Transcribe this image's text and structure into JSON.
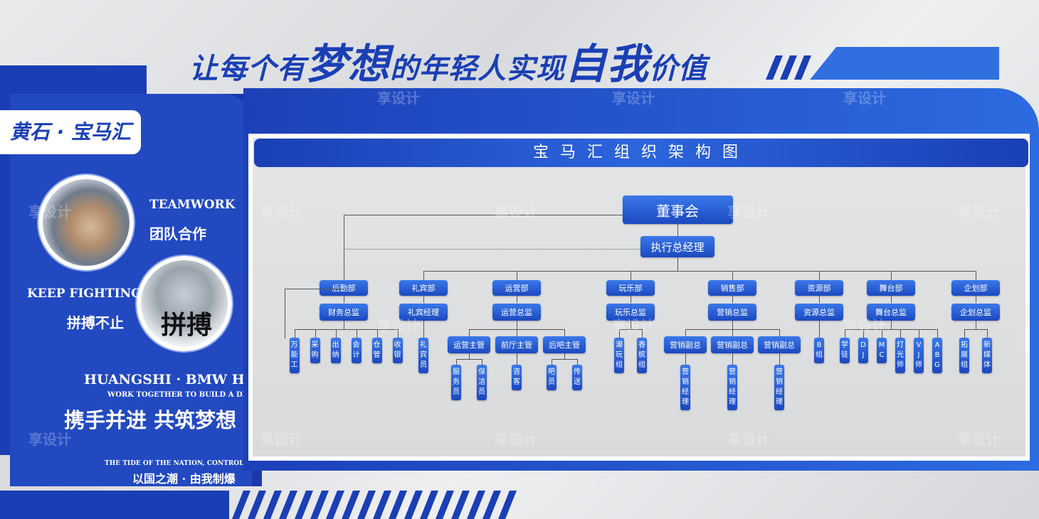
{
  "header": {
    "slogan_parts": [
      "让每个有",
      "梦想",
      "的年轻人实现",
      "自我",
      "价值"
    ]
  },
  "left": {
    "brand": "黄石 · 宝马汇",
    "teamwork_en": "TEAMWORK",
    "teamwork_cn": "团队合作",
    "keep_en": "KEEP FIGHTING",
    "keep_cn": "拼搏不止",
    "photo2_text": "拼搏",
    "hub_en": "HUANGSHI · BMW HUB",
    "hub_small": "WORK TOGETHER TO BUILD A DREAM",
    "hub_cn": "携手并进 共筑梦想",
    "tide_en": "THE TIDE OF THE NATION, CONTROLLED BY ME",
    "tide_cn": "以国之潮 · 由我制爆"
  },
  "chart": {
    "title": "宝马汇组织架构图",
    "board": "董事会",
    "ceo": "执行总经理",
    "departments": [
      {
        "name": "后勤部",
        "head": "财务总监",
        "staff": [
          "万能工",
          "采购",
          "出纳",
          "会计",
          "仓管",
          "收银"
        ]
      },
      {
        "name": "礼宾部",
        "head": "礼宾经理",
        "staff": [
          "礼宾员"
        ]
      },
      {
        "name": "运营部",
        "head": "运营总监",
        "subs": [
          {
            "name": "运营主管",
            "staff": [
              "服务员",
              "保洁员"
            ]
          },
          {
            "name": "前厅主管",
            "staff": [
              "咨客"
            ]
          },
          {
            "name": "后吧主管",
            "staff": [
              "吧员",
              "传送"
            ]
          }
        ]
      },
      {
        "name": "玩乐部",
        "head": "玩乐总监",
        "staff": [
          "潮玩组",
          "香槟组"
        ]
      },
      {
        "name": "销售部",
        "head": "营销总监",
        "subs": [
          {
            "name": "营销副总",
            "staff": [
              "营销经理"
            ]
          },
          {
            "name": "营销副总",
            "staff": [
              "营销经理"
            ]
          },
          {
            "name": "营销副总",
            "staff": [
              "营销经理"
            ]
          }
        ]
      },
      {
        "name": "资源部",
        "head": "资源总监",
        "staff": [
          "B组"
        ]
      },
      {
        "name": "舞台部",
        "head": "舞台总监",
        "staff": [
          "学徒",
          "DJ",
          "MC",
          "灯光师",
          "VJ师",
          "ABG"
        ]
      },
      {
        "name": "企划部",
        "head": "企划总监",
        "staff": [
          "拓展组",
          "新媒体"
        ]
      }
    ]
  },
  "watermark": "享设计",
  "colors": {
    "primary": "#1a3fb5",
    "accent": "#2f6fe0"
  }
}
